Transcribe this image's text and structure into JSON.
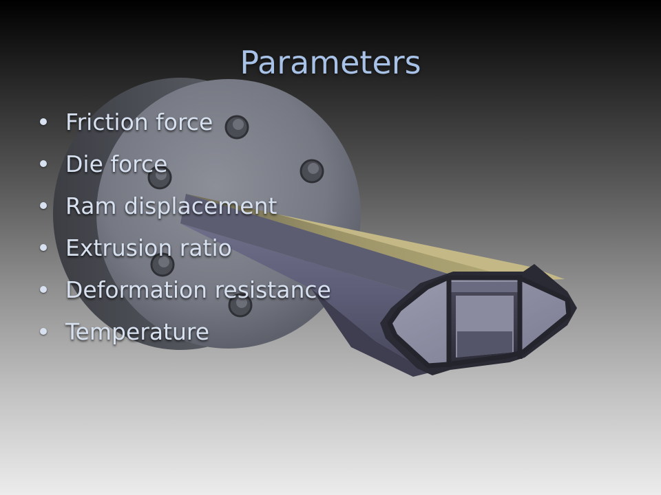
{
  "slide": {
    "title": "Parameters",
    "bullets": [
      "Friction force",
      "Die force",
      "Ram displacement",
      "Extrusion ratio",
      "Deformation resistance",
      "Temperature"
    ]
  },
  "colors": {
    "title": "#a8c1e6",
    "bullet_text": "#d8e1f0",
    "background_top": "#000000",
    "background_bottom": "#ececec"
  },
  "illustration": {
    "subject": "extrusion die with hollow profile"
  }
}
